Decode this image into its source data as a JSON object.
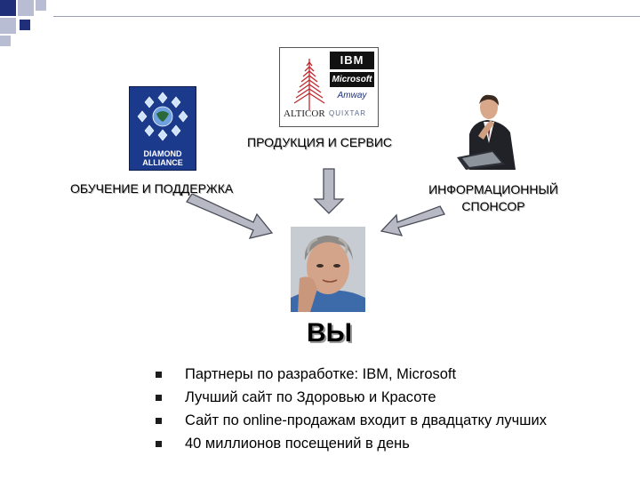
{
  "slide": {
    "labels": {
      "products": "ПРОДУКЦИЯ И СЕРВИС",
      "training": "ОБУЧЕНИЕ И ПОДДЕРЖКА",
      "sponsor": "ИНФОРМАЦИОННЫЙ\nСПОНСОР",
      "you": "ВЫ"
    },
    "diamond_logo": {
      "line1": "DIAMOND",
      "line2": "ALLIANCE"
    },
    "partner_logos": [
      "IBM",
      "Microsoft",
      "Amway",
      "ALTICOR",
      "QUIXTAR"
    ],
    "bullets": [
      "Партнеры по разработке: IBM, Microsoft",
      "Лучший сайт по Здоровью и Красоте",
      "Сайт по online-продажам входит в двадцатку лучших",
      "40 миллионов посещений в день"
    ],
    "colors": {
      "corner_dark": "#1f2f7a",
      "corner_light": "#b8bdd3",
      "diamond_bg": "#1b3a8c",
      "arrow_fill": "#b7b9c4",
      "arrow_stroke": "#4a4c58"
    }
  }
}
